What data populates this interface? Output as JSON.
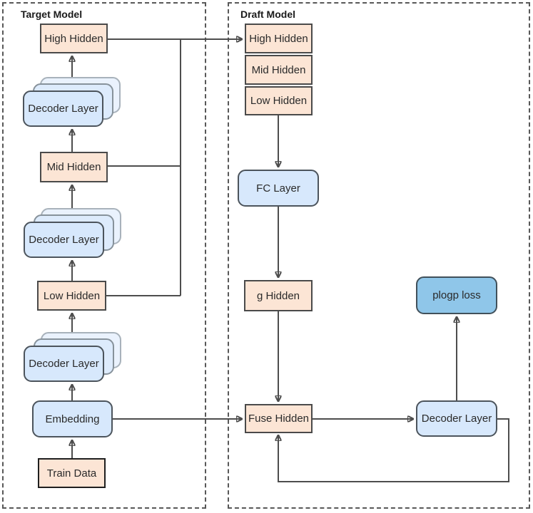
{
  "target_model": {
    "title": "Target Model",
    "nodes": {
      "high_hidden": "High Hidden",
      "decoder_layer": "Decoder Layer",
      "mid_hidden": "Mid Hidden",
      "low_hidden": "Low Hidden",
      "embedding": "Embedding",
      "train_data": "Train Data"
    }
  },
  "draft_model": {
    "title": "Draft Model",
    "nodes": {
      "high_hidden": "High Hidden",
      "mid_hidden": "Mid Hidden",
      "low_hidden": "Low Hidden",
      "fc_layer": "FC Layer",
      "g_hidden": "g Hidden",
      "fuse_hidden": "Fuse Hidden",
      "decoder_layer": "Decoder Layer",
      "plogp_loss": "plogp loss"
    }
  },
  "colors": {
    "hidden_fill": "#fce5d5",
    "layer_fill": "#d7e8fc",
    "loss_fill": "#8fc6e9",
    "border_dark": "#4a4a4a",
    "connector": "#4d4d4d",
    "background": "#ffffff"
  }
}
